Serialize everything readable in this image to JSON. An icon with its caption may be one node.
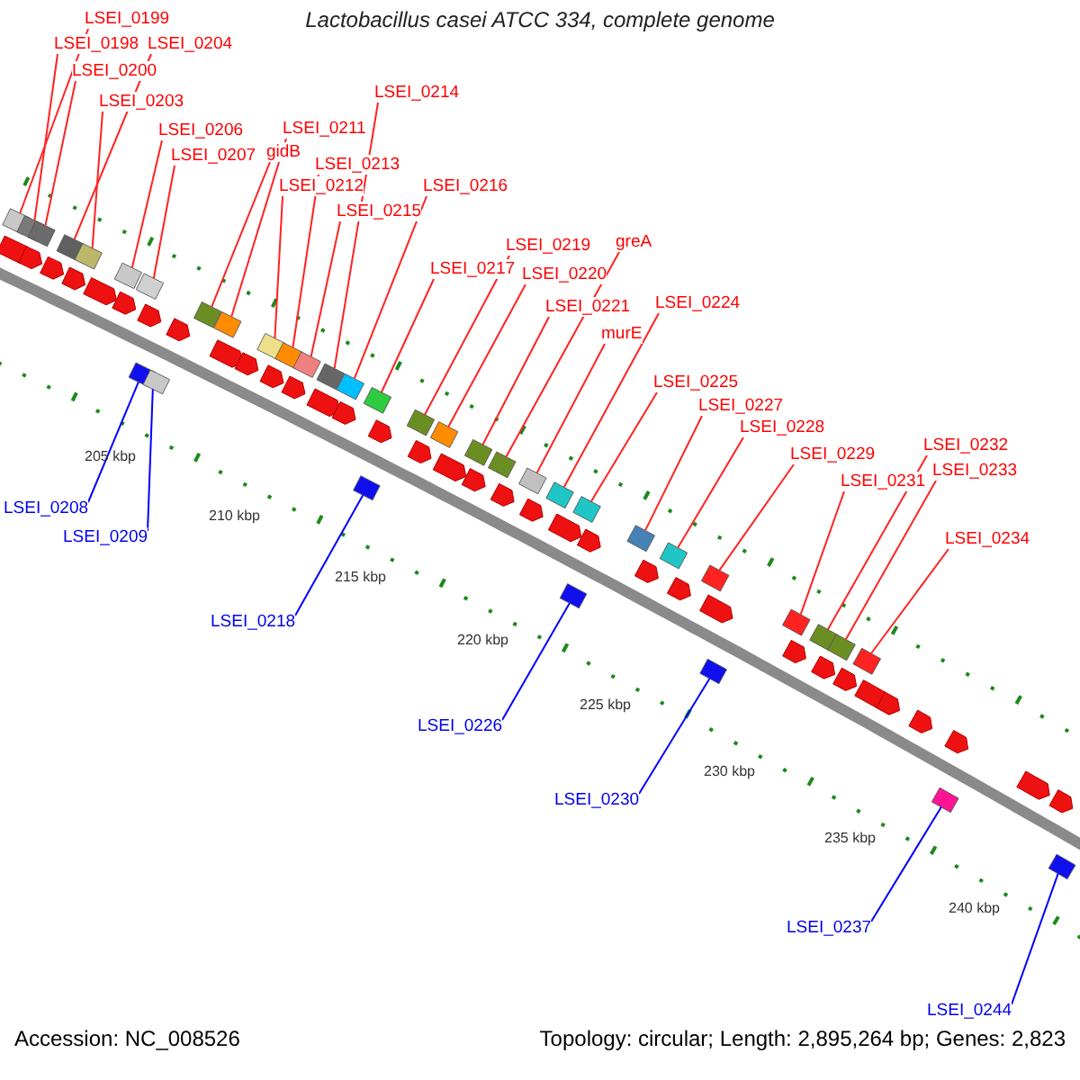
{
  "diagram": {
    "title": "Lactobacillus casei ATCC 334, complete genome",
    "nodes": [
      {
        "text": [
          "LSEI_0199"
        ]
      },
      {
        "text": [
          "LSEI_0198"
        ]
      },
      {
        "text": [
          "LSEI_0204"
        ]
      },
      {
        "text": [
          "LSEI_0200"
        ]
      },
      {
        "text": [
          "LSEI_0203"
        ]
      },
      {
        "text": [
          "LSEI_0214"
        ]
      },
      {
        "text": [
          "LSEI_0211"
        ]
      },
      {
        "text": [
          "LSEI_0206"
        ]
      },
      {
        "text": [
          "gidB"
        ]
      },
      {
        "text": [
          "LSEI_0207"
        ]
      },
      {
        "text": [
          "LSEI_0213"
        ]
      },
      {
        "text": [
          "LSEI_0212"
        ]
      },
      {
        "text": [
          "LSEI_0216"
        ]
      },
      {
        "text": [
          "LSEI_0215"
        ]
      },
      {
        "text": [
          "greA"
        ]
      },
      {
        "text": [
          "LSEI_0219"
        ]
      },
      {
        "text": [
          "LSEI_0217"
        ]
      },
      {
        "text": [
          "LSEI_0220"
        ]
      },
      {
        "text": [
          "LSEI_0224"
        ]
      },
      {
        "text": [
          "LSEI_0221"
        ]
      },
      {
        "text": [
          "murE"
        ]
      },
      {
        "text": [
          "LSEI_0225"
        ]
      },
      {
        "text": [
          "LSEI_0227"
        ]
      },
      {
        "text": [
          "LSEI_0228"
        ]
      },
      {
        "text": [
          "LSEI_0232"
        ]
      },
      {
        "text": [
          "LSEI_0229"
        ]
      },
      {
        "text": [
          "LSEI_0233"
        ]
      },
      {
        "text": [
          "LSEI_0231"
        ]
      },
      {
        "text": [
          "LSEI_0208"
        ]
      },
      {
        "text": [
          "LSEI_0209"
        ]
      },
      {
        "text": [
          "LSEI_0234"
        ]
      },
      {
        "text": [
          "LSEI_0218"
        ]
      },
      {
        "text": [
          "LSEI_0226"
        ]
      },
      {
        "text": [
          "LSEI_0230"
        ]
      },
      {
        "text": [
          "LSEI_0237"
        ]
      },
      {
        "text": [
          "LSEI_0244"
        ]
      },
      {
        "text": [],
        "shape": "box"
      },
      {
        "text": [],
        "shape": "box"
      },
      {
        "text": [],
        "shape": "box"
      },
      {
        "text": [],
        "shape": "box"
      },
      {
        "text": [],
        "shape": "box"
      },
      {
        "text": [],
        "shape": "box"
      },
      {
        "text": [],
        "shape": "box"
      },
      {
        "text": [],
        "shape": "box"
      },
      {
        "text": [],
        "shape": "box"
      },
      {
        "text": [],
        "shape": "box"
      },
      {
        "text": [],
        "shape": "box"
      },
      {
        "text": [],
        "shape": "box"
      },
      {
        "text": [],
        "shape": "box"
      },
      {
        "text": [],
        "shape": "box"
      },
      {
        "text": [],
        "shape": "box"
      },
      {
        "text": [],
        "shape": "box"
      },
      {
        "text": [],
        "shape": "box"
      },
      {
        "text": [],
        "shape": "box"
      },
      {
        "text": [],
        "shape": "box"
      },
      {
        "text": [],
        "shape": "box"
      },
      {
        "text": [],
        "shape": "box"
      },
      {
        "text": [],
        "shape": "box"
      },
      {
        "text": [],
        "shape": "box"
      },
      {
        "text": [],
        "shape": "box"
      },
      {
        "text": [],
        "shape": "box"
      },
      {
        "text": [],
        "shape": "box"
      },
      {
        "text": [],
        "shape": "box"
      },
      {
        "text": [],
        "shape": "box"
      },
      {
        "text": [],
        "shape": "box"
      },
      {
        "text": [],
        "shape": "box"
      },
      {
        "text": [],
        "shape": "box"
      },
      {
        "text": [],
        "shape": "box"
      },
      {
        "text": [],
        "shape": "box"
      },
      {
        "text": [],
        "shape": "box"
      },
      {
        "text": [],
        "shape": "box"
      },
      {
        "text": [],
        "shape": "box"
      }
    ],
    "edges": [
      {
        "from": 0,
        "to": 36,
        "arrow": "none"
      },
      {
        "from": 1,
        "to": 37,
        "arrow": "none"
      },
      {
        "from": 3,
        "to": 38,
        "arrow": "none"
      },
      {
        "from": 2,
        "to": 39,
        "arrow": "none"
      },
      {
        "from": 4,
        "to": 40,
        "arrow": "none"
      },
      {
        "from": 7,
        "to": 41,
        "arrow": "none"
      },
      {
        "from": 9,
        "to": 42,
        "arrow": "none"
      },
      {
        "from": 8,
        "to": 43,
        "arrow": "none"
      },
      {
        "from": 6,
        "to": 44,
        "arrow": "none"
      },
      {
        "from": 11,
        "to": 45,
        "arrow": "none"
      },
      {
        "from": 10,
        "to": 46,
        "arrow": "none"
      },
      {
        "from": 13,
        "to": 47,
        "arrow": "none"
      },
      {
        "from": 5,
        "to": 48,
        "arrow": "none"
      },
      {
        "from": 12,
        "to": 49,
        "arrow": "none"
      },
      {
        "from": 16,
        "to": 50,
        "arrow": "none"
      },
      {
        "from": 15,
        "to": 51,
        "arrow": "none"
      },
      {
        "from": 17,
        "to": 52,
        "arrow": "none"
      },
      {
        "from": 19,
        "to": 53,
        "arrow": "none"
      },
      {
        "from": 14,
        "to": 54,
        "arrow": "none"
      },
      {
        "from": 20,
        "to": 55,
        "arrow": "none"
      },
      {
        "from": 18,
        "to": 56,
        "arrow": "none"
      },
      {
        "from": 21,
        "to": 57,
        "arrow": "none"
      },
      {
        "from": 22,
        "to": 58,
        "arrow": "none"
      },
      {
        "from": 23,
        "to": 59,
        "arrow": "none"
      },
      {
        "from": 25,
        "to": 60,
        "arrow": "none"
      },
      {
        "from": 27,
        "to": 61,
        "arrow": "none"
      },
      {
        "from": 24,
        "to": 62,
        "arrow": "none"
      },
      {
        "from": 26,
        "to": 63,
        "arrow": "none"
      },
      {
        "from": 30,
        "to": 64,
        "arrow": "none"
      },
      {
        "from": 28,
        "to": 65,
        "arrow": "none",
        "color": "#0000ff"
      },
      {
        "from": 29,
        "to": 66,
        "arrow": "none",
        "color": "#0000ff"
      },
      {
        "from": 31,
        "to": 67,
        "arrow": "none",
        "color": "#0000ff"
      },
      {
        "from": 32,
        "to": 68,
        "arrow": "none",
        "color": "#0000ff"
      },
      {
        "from": 33,
        "to": 69,
        "arrow": "none",
        "color": "#0000ff"
      },
      {
        "from": 34,
        "to": 70,
        "arrow": "none",
        "color": "#0000ff"
      },
      {
        "from": 35,
        "to": 71,
        "arrow": "none",
        "color": "#0000ff"
      }
    ],
    "labels": [
      "205 kbp",
      "210 kbp",
      "215 kbp",
      "220 kbp",
      "225 kbp",
      "230 kbp",
      "235 kbp",
      "240 kbp",
      "Accession: NC_008526",
      "Topology: circular; Length: 2,895,264 bp; Genes: 2,823"
    ]
  }
}
